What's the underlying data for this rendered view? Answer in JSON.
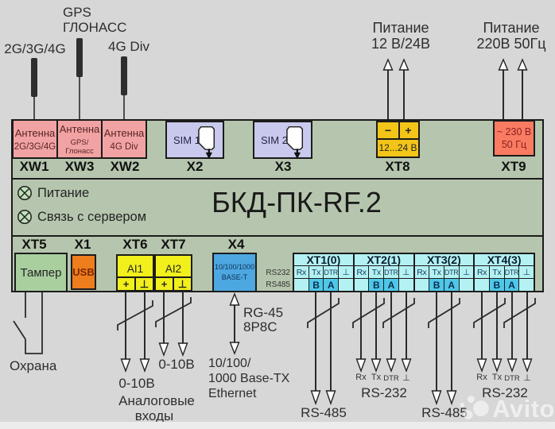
{
  "colors": {
    "bg": "#d7d7d7",
    "board": "#b6c6ae",
    "line": "#1c1c1c",
    "pink": "#f1a3a3",
    "pinktext": "#5c2424",
    "lavender": "#c9c9ed",
    "yellow": "#f3c518",
    "red": "#f97b61",
    "redtext": "#8c2020",
    "greenbox": "#a9cf9f",
    "orange": "#ee7d1e",
    "usbtext": "#7a2900",
    "aiyellow": "#f1ef1c",
    "blue": "#4da7e0",
    "bluetext": "#0e3058",
    "cyan": "#b4f1f3",
    "cyandark": "#4ec7e8",
    "pintext": "#143a5a",
    "ledfill": "#bfe0b7",
    "graytext": "#2e2e2e"
  },
  "top": {
    "ant_2g_label": "2G/3G/4G",
    "ant_gps_label_line1": "GPS",
    "ant_gps_label_line2": "ГЛОНАСС",
    "ant_4gdiv_label": "4G Div",
    "power_dc_line1": "Питание",
    "power_dc_line2": "12 В/24В",
    "power_ac_line1": "Питание",
    "power_ac_line2": "220В 50Гц"
  },
  "board": {
    "title": "БКД-ПК-RF.2",
    "leds": [
      {
        "label": "Питание"
      },
      {
        "label": "Связь с сервером"
      }
    ],
    "antenna_ports": [
      {
        "line1": "Антенна",
        "line2": "2G/3G/4G",
        "connector": "XW1"
      },
      {
        "line1": "Антенна",
        "line2": "GPS/Глонасс",
        "connector": "XW3"
      },
      {
        "line1": "Антенна",
        "line2": "4G Div",
        "connector": "XW2"
      }
    ],
    "sim_slots": [
      {
        "label": "SIM 1",
        "connector": "X2"
      },
      {
        "label": "SIM 2",
        "connector": "X3"
      }
    ],
    "power_dc": {
      "minus": "−",
      "plus": "+",
      "range": "12...24 В",
      "connector": "XT8"
    },
    "power_ac": {
      "line1": "~ 230 В",
      "line2": "50 Гц",
      "connector": "XT9"
    },
    "tamper": {
      "label": "Тампер",
      "connector": "XT5"
    },
    "usb": {
      "label": "USB",
      "connector": "X1"
    },
    "analog_inputs": [
      {
        "label": "AI1",
        "plus": "+",
        "gnd": "⊥",
        "connector": "XT6"
      },
      {
        "label": "AI2",
        "plus": "+",
        "gnd": "⊥",
        "connector": "XT7"
      }
    ],
    "ethernet": {
      "line1": "10/100/1000",
      "line2": "BASE-T",
      "connector": "X4"
    },
    "serial": {
      "rs232_row_label": "RS232",
      "rs485_row_label": "RS485",
      "pins": [
        "Rx",
        "Tx",
        "DTR",
        "⊥"
      ],
      "sub_pins": [
        "",
        "B",
        "A",
        ""
      ],
      "groups": [
        {
          "name": "XT1(0)"
        },
        {
          "name": "XT2(1)"
        },
        {
          "name": "XT3(2)"
        },
        {
          "name": "XT4(3)"
        }
      ]
    }
  },
  "bottom": {
    "tamper_circuit_label": "Охрана",
    "ai1_range": "0-10В",
    "ai2_range": "0-10В",
    "analog_caption_line1": "Аналоговые",
    "analog_caption_line2": "входы",
    "rj45_line1": "RG-45",
    "rj45_line2": "8P8C",
    "ethernet_line1": "10/100/",
    "ethernet_line2": "1000 Base-TX",
    "ethernet_line3": "Ethernet",
    "serial_pins": [
      "Rx",
      "Tx",
      "DTR",
      "⊥"
    ],
    "rs485_label": "RS-485",
    "rs232_label": "RS-232"
  },
  "watermark": {
    "text": "Avito"
  }
}
